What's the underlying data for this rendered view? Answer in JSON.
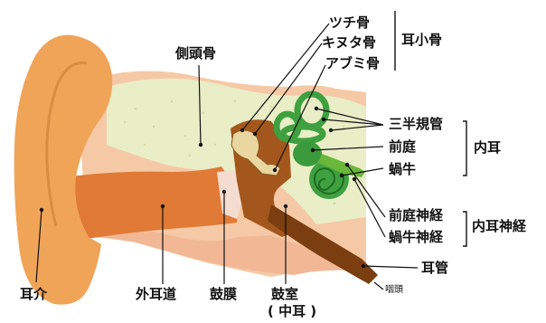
{
  "labels": {
    "tsuchi": "ツチ骨",
    "kinuta": "キヌタ骨",
    "abumi": "アブミ骨",
    "ossicles_group": "耳小骨",
    "temporal_bone": "側頭骨",
    "canals": "三半規管",
    "vestibule": "前庭",
    "inner_ear": "内耳",
    "cochlea": "蝸牛",
    "vestibular_nerve": "前庭神経",
    "inner_ear_nerve": "内耳神経",
    "cochlear_nerve": "蝸牛神経",
    "eustachian_tube": "耳管",
    "pharynx": "咽頭",
    "auricle": "耳介",
    "ear_canal": "外耳道",
    "eardrum": "鼓膜",
    "tympanic_cavity": "鼓室",
    "middle_ear_note": "( 中耳 )"
  },
  "colors": {
    "skin": "#f6c9a6",
    "auricle": "#f0a458",
    "bone": "#e9eec7",
    "canal": "#e07a36",
    "middle_ear": "#a4571c",
    "tube": "#7a3e10",
    "inner_ear": "#3fa040",
    "leader": "#111111"
  }
}
